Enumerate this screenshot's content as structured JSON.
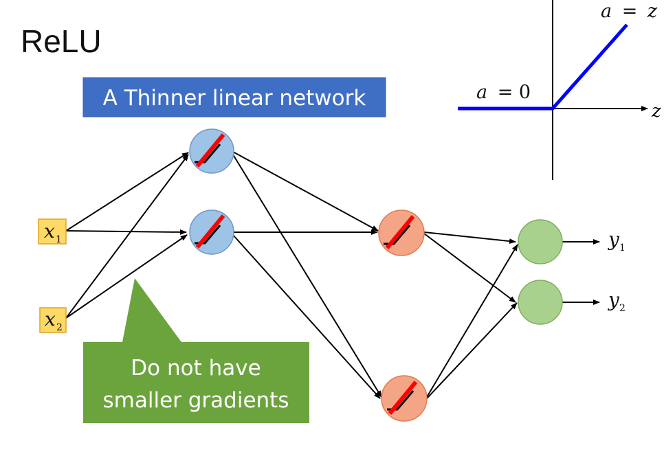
{
  "title": "ReLU",
  "banner": "A Thinner linear network",
  "callout": {
    "line1": "Do not have",
    "line2": "smaller gradients"
  },
  "relu_graph": {
    "left_label_var": "a",
    "left_label_rest": "= 0",
    "right_label_var": "a",
    "right_label_eq": "=",
    "right_label_z": "z",
    "axis_label": "z"
  },
  "inputs": [
    {
      "var": "x",
      "sub": "1"
    },
    {
      "var": "x",
      "sub": "2"
    }
  ],
  "outputs": [
    {
      "var": "y",
      "sub": "1"
    },
    {
      "var": "y",
      "sub": "2"
    }
  ],
  "colors": {
    "banner_fill": "#3f6fc5",
    "callout_fill": "#6ba43c",
    "hidden1_node": "#9dc3e6",
    "hidden2_node": "#f4a585",
    "output_node": "#a9d18e",
    "input_box": "#ffd966",
    "relu_curve": "#0000ff",
    "red_slash": "#ff0000"
  }
}
